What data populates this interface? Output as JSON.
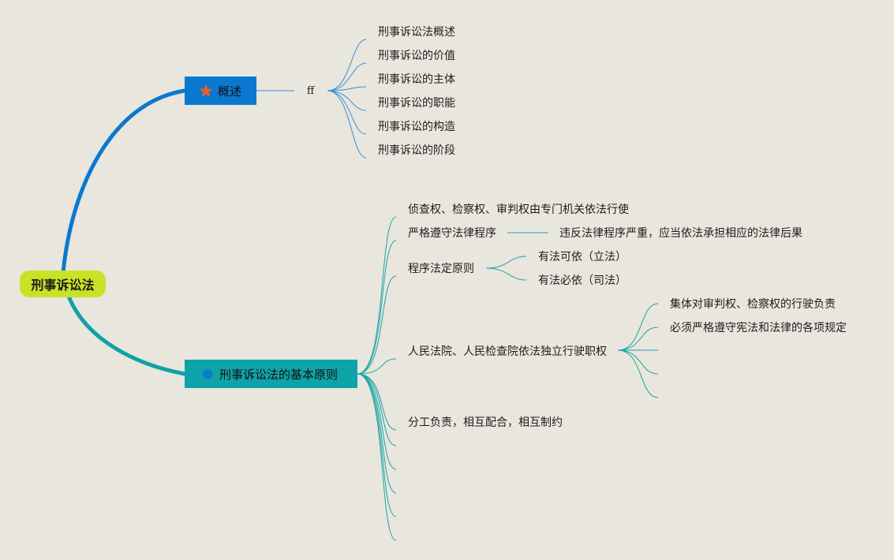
{
  "colors": {
    "background": "#e9e6de",
    "root": "#c7e227",
    "branch_overview": "#0b78d0",
    "branch_principles": "#0ea3a8",
    "star": "#e2632b"
  },
  "root": {
    "label": "刑事诉讼法"
  },
  "overview": {
    "label": "概述",
    "icon": "star-icon",
    "sub_label": "ff",
    "items": [
      "刑事诉讼法概述",
      "刑事诉讼的价值",
      "刑事诉讼的主体",
      "刑事诉讼的职能",
      "刑事诉讼的构造",
      "刑事诉讼的阶段"
    ]
  },
  "principles": {
    "label": "刑事诉讼法的基本原则",
    "icon": "circle-icon",
    "items": [
      {
        "label": "侦查权、检察权、审判权由专门机关依法行使"
      },
      {
        "label": "严格遵守法律程序",
        "children": [
          "违反法律程序严重，应当依法承担相应的法律后果"
        ]
      },
      {
        "label": "程序法定原则",
        "children": [
          "有法可依（立法）",
          "有法必依（司法）"
        ]
      },
      {
        "label": "人民法院、人民检查院依法独立行驶职权",
        "children": [
          "集体对审判权、检察权的行驶负责",
          "必须严格遵守宪法和法律的各项规定"
        ]
      },
      {
        "label": "分工负责，相互配合，相互制约"
      }
    ]
  }
}
